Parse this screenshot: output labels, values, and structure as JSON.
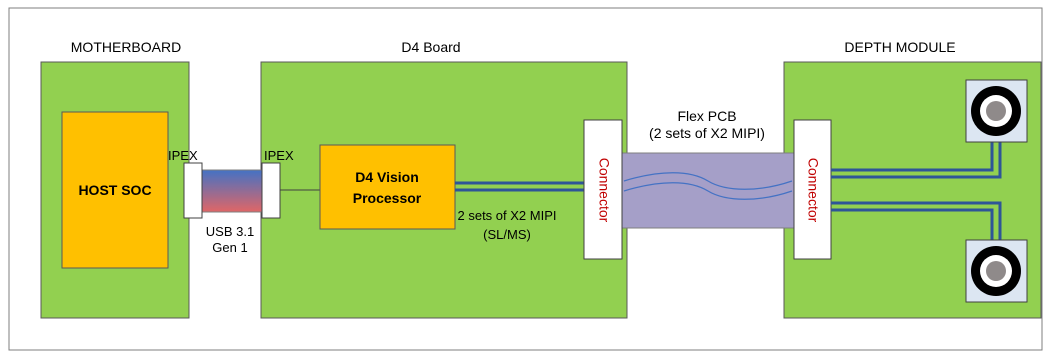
{
  "labels": {
    "motherboard": "MOTHERBOARD",
    "d4_board": "D4 Board",
    "depth_module": "DEPTH MODULE",
    "host_soc": "HOST SOC",
    "ipex_left": "IPEX",
    "ipex_right": "IPEX",
    "usb_line1": "USB 3.1",
    "usb_line2": "Gen 1",
    "processor_line1": "D4 Vision",
    "processor_line2": "Processor",
    "mipi_line1": "2 sets of X2 MIPI",
    "mipi_line2": "(SL/MS)",
    "flex_line1": "Flex PCB",
    "flex_line2": "(2 sets of X2 MIPI)",
    "connector_left": "Connector",
    "connector_right": "Connector"
  },
  "colors": {
    "board_green": "#92d050",
    "soc_orange": "#ffc000",
    "flex_purple": "#a59fc8",
    "trace_blue": "#2e5597",
    "connector_text": "#c00000",
    "sensor_bg": "#dce6f2",
    "usb_top": "#4472c4",
    "usb_bottom": "#e06666"
  },
  "icons": {
    "sensors": [
      "camera-lens-icon",
      "camera-lens-icon"
    ]
  }
}
